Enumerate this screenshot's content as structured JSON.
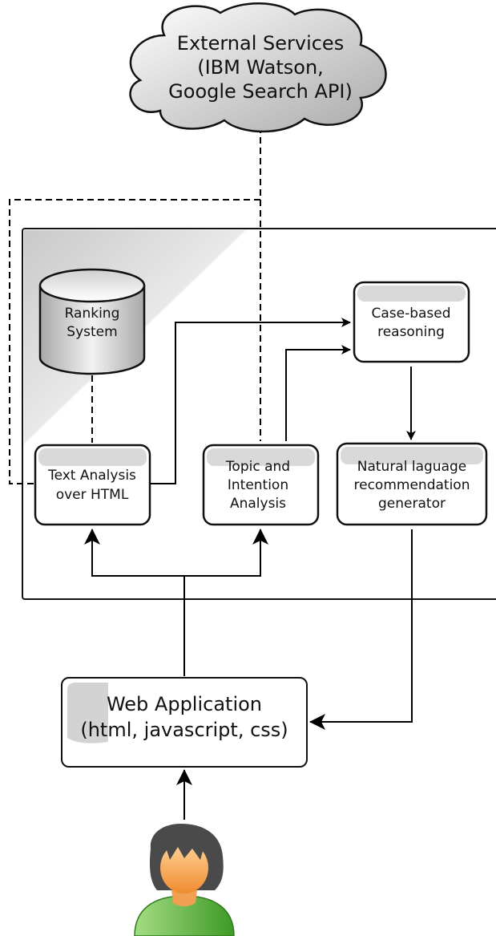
{
  "external_services": {
    "line1": "External Services",
    "line2": "(IBM Watson,",
    "line3": "Google Search API)"
  },
  "ranking_system": {
    "line1": "Ranking",
    "line2": "System"
  },
  "case_based": {
    "line1": "Case-based",
    "line2": "reasoning"
  },
  "text_analysis": {
    "line1": "Text Analysis",
    "line2": "over HTML"
  },
  "topic_analysis": {
    "line1": "Topic and",
    "line2": "Intention",
    "line3": "Analysis"
  },
  "nl_generator": {
    "line1": "Natural laguage",
    "line2": "recommendation",
    "line3": "generator"
  },
  "web_app": {
    "line1": "Web Application",
    "line2": "(html, javascript, css)"
  },
  "colors": {
    "stroke": "#000000",
    "box_fill": "#ffffff",
    "gradient_gray": "#c8c8c8",
    "user_shirt": "#5fb33a",
    "user_skin": "#f7b15c",
    "user_hair": "#555555"
  }
}
